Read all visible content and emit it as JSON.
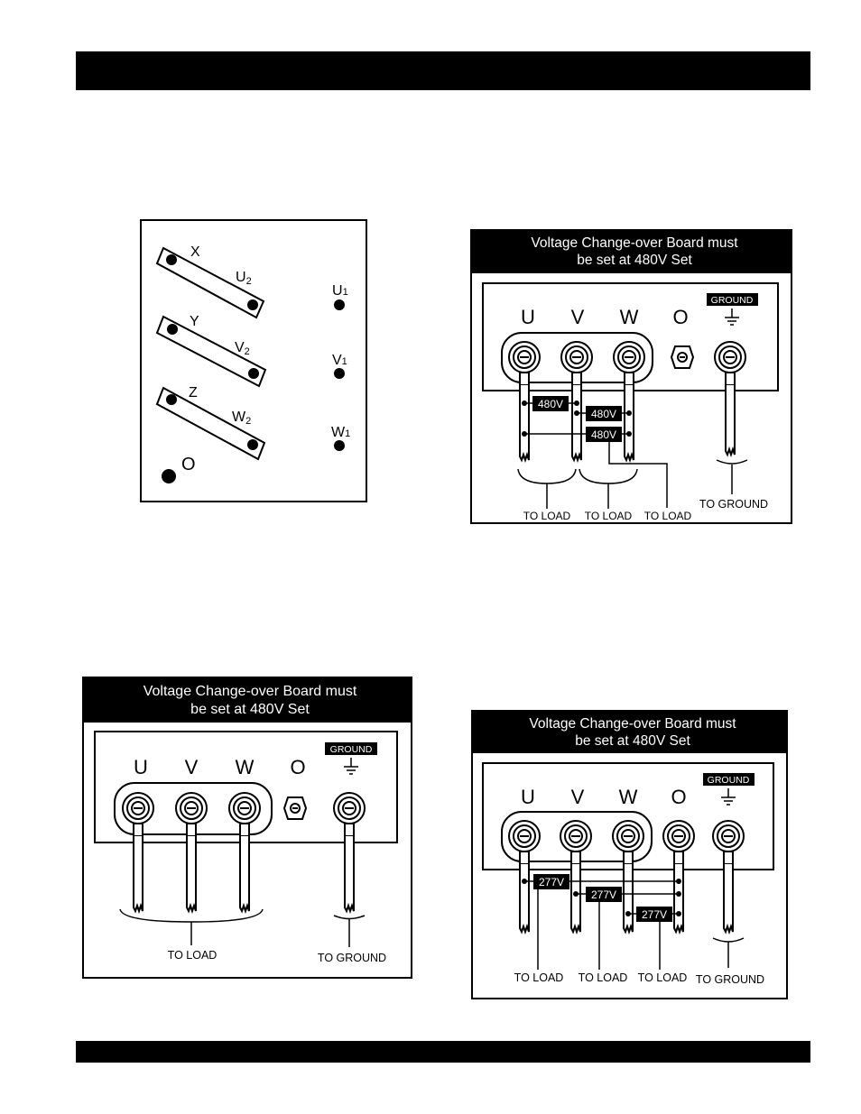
{
  "panel_a": {
    "labels": {
      "x": "X",
      "u2": "U",
      "u2_sub": "2",
      "y": "Y",
      "v2": "V",
      "v2_sub": "2",
      "z": "Z",
      "w2": "W",
      "w2_sub": "2",
      "u1": "U",
      "u1_sub": "1",
      "v1": "V",
      "v1_sub": "1",
      "w1": "W",
      "w1_sub": "1",
      "o": "O"
    }
  },
  "panel_b": {
    "title_line1": "Voltage Change-over Board must",
    "title_line2": "be set at 480V Set",
    "ground_label": "GROUND",
    "terminals": [
      "U",
      "V",
      "W",
      "O"
    ],
    "voltage_labels": [
      "480V",
      "480V",
      "480V"
    ],
    "to_load": [
      "TO LOAD",
      "TO LOAD",
      "TO LOAD"
    ],
    "to_ground": "TO GROUND"
  },
  "panel_c": {
    "title_line1": "Voltage Change-over Board must",
    "title_line2": "be set at 480V Set",
    "ground_label": "GROUND",
    "terminals": [
      "U",
      "V",
      "W",
      "O"
    ],
    "to_load": "TO LOAD",
    "to_ground": "TO GROUND"
  },
  "panel_d": {
    "title_line1": "Voltage Change-over Board must",
    "title_line2": "be set at 480V Set",
    "ground_label": "GROUND",
    "terminals": [
      "U",
      "V",
      "W",
      "O"
    ],
    "voltage_labels": [
      "277V",
      "277V",
      "277V"
    ],
    "to_load": [
      "TO LOAD",
      "TO LOAD",
      "TO LOAD"
    ],
    "to_ground": "TO GROUND"
  }
}
